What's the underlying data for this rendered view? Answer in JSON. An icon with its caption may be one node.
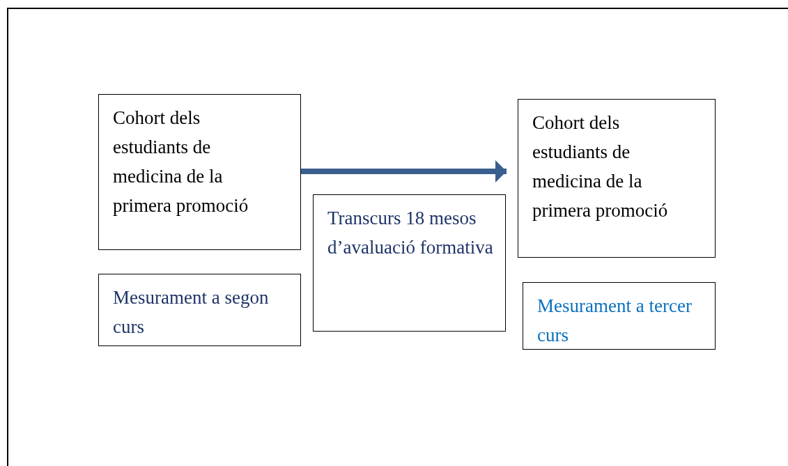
{
  "diagram": {
    "nodes": [
      {
        "text": [
          "Cohort dels estudiants de medicina de la primera promoció"
        ]
      },
      {
        "text": [
          "Mesurament a segon curs"
        ]
      },
      {
        "text": [
          "Transcurs 18 mesos d’avaluació formativa"
        ]
      },
      {
        "text": [
          "Cohort dels estudiants de medicina de la primera promoció"
        ]
      },
      {
        "text": [
          "Mesurament a tercer curs"
        ]
      }
    ],
    "edges": [
      {
        "from": 0,
        "to": 3,
        "arrow": "to"
      }
    ]
  }
}
